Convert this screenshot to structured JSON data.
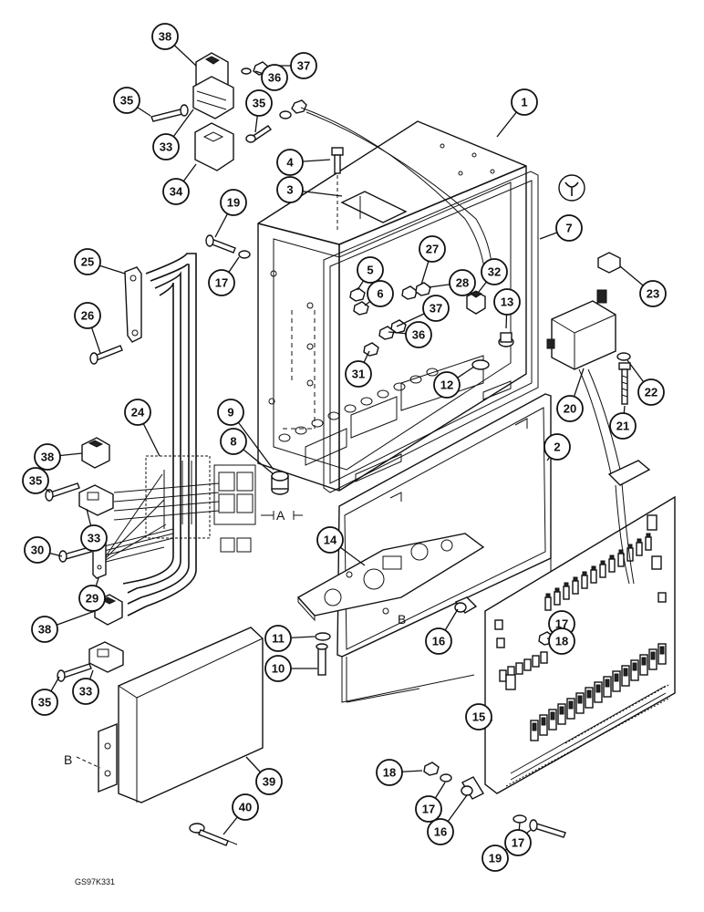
{
  "figure_code": "GS97K331",
  "letters": {
    "a": "A",
    "b1": "B",
    "b2": "B"
  },
  "callouts": [
    {
      "n": "1"
    },
    {
      "n": "2"
    },
    {
      "n": "3"
    },
    {
      "n": "4"
    },
    {
      "n": "5"
    },
    {
      "n": "6"
    },
    {
      "n": "7"
    },
    {
      "n": "8"
    },
    {
      "n": "9"
    },
    {
      "n": "10"
    },
    {
      "n": "11"
    },
    {
      "n": "12"
    },
    {
      "n": "13"
    },
    {
      "n": "14"
    },
    {
      "n": "15"
    },
    {
      "n": "16"
    },
    {
      "n": "16"
    },
    {
      "n": "17"
    },
    {
      "n": "17"
    },
    {
      "n": "17"
    },
    {
      "n": "17"
    },
    {
      "n": "18"
    },
    {
      "n": "18"
    },
    {
      "n": "19"
    },
    {
      "n": "19"
    },
    {
      "n": "20"
    },
    {
      "n": "21"
    },
    {
      "n": "22"
    },
    {
      "n": "23"
    },
    {
      "n": "24"
    },
    {
      "n": "25"
    },
    {
      "n": "26"
    },
    {
      "n": "27"
    },
    {
      "n": "28"
    },
    {
      "n": "29"
    },
    {
      "n": "30"
    },
    {
      "n": "31"
    },
    {
      "n": "32"
    },
    {
      "n": "33"
    },
    {
      "n": "33"
    },
    {
      "n": "33"
    },
    {
      "n": "34"
    },
    {
      "n": "35"
    },
    {
      "n": "35"
    },
    {
      "n": "35"
    },
    {
      "n": "35"
    },
    {
      "n": "36"
    },
    {
      "n": "36"
    },
    {
      "n": "37"
    },
    {
      "n": "37"
    },
    {
      "n": "38"
    },
    {
      "n": "38"
    },
    {
      "n": "38"
    },
    {
      "n": "39"
    },
    {
      "n": "40"
    }
  ]
}
